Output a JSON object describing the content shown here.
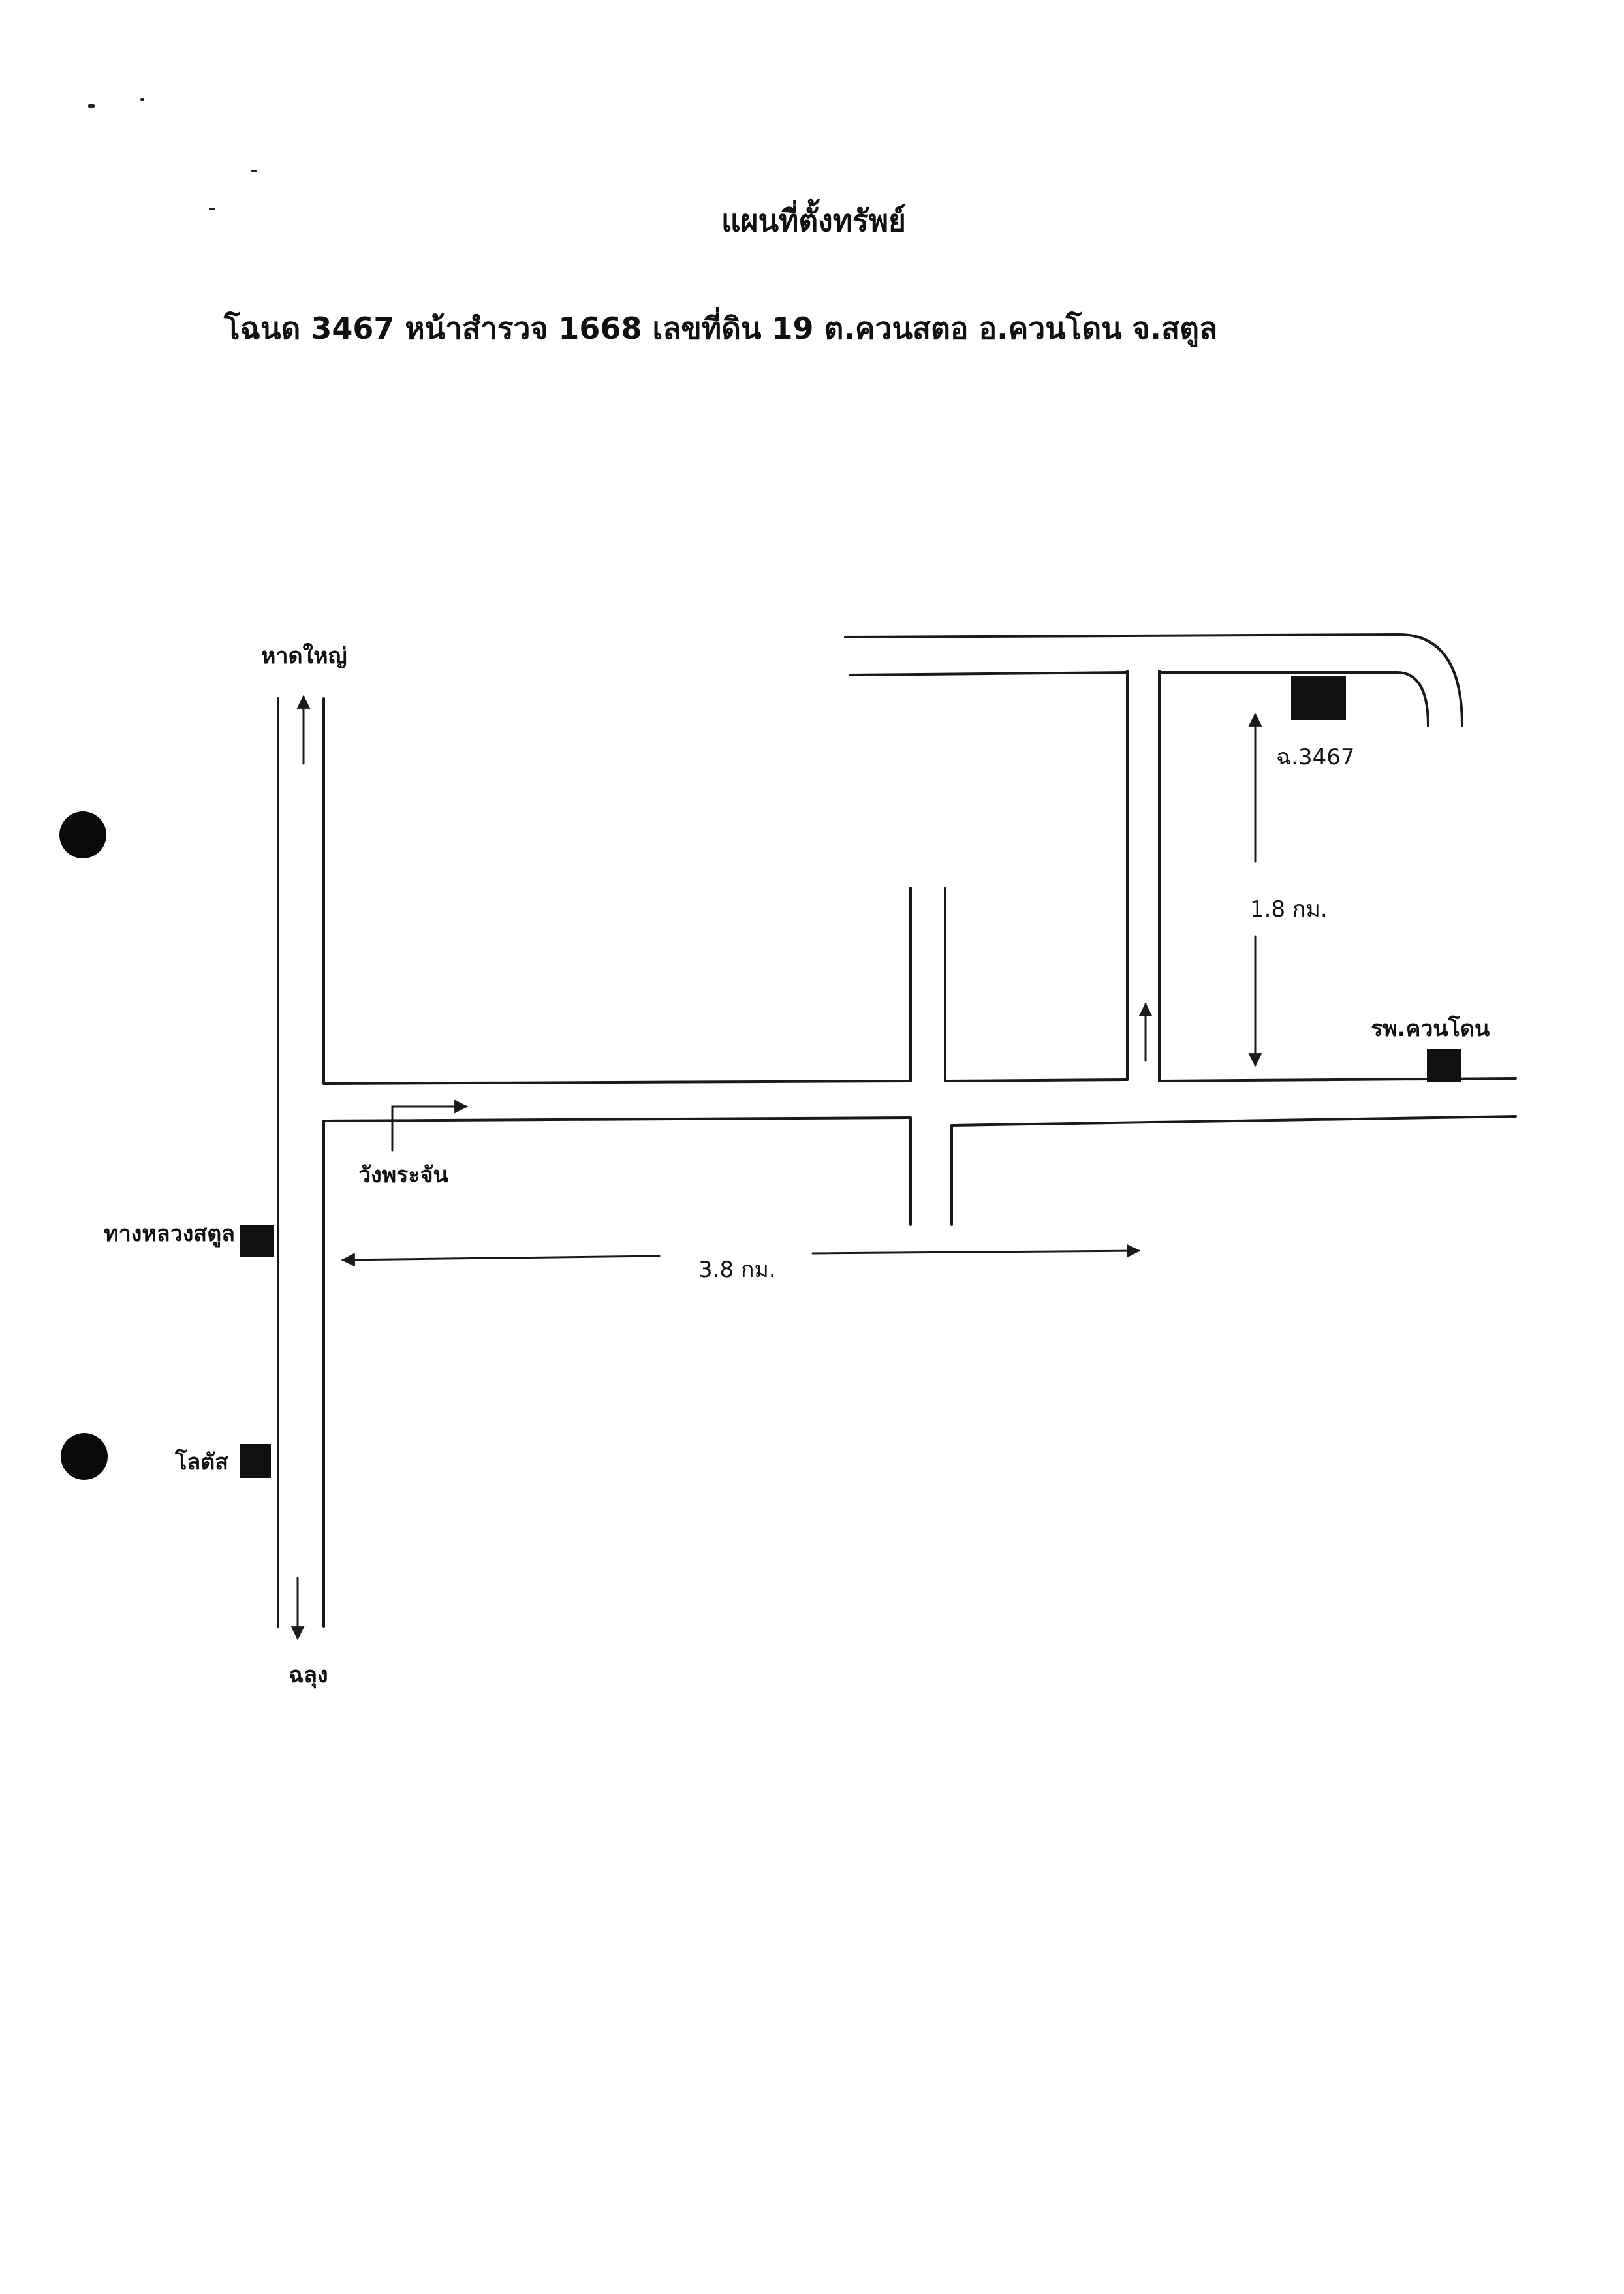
{
  "document": {
    "title": "แผนที่ตั้งทรัพย์",
    "subtitle": "โฉนด 3467 หน้าสำรวจ 1668  เลขที่ดิน 19  ต.ควนสตอ อ.ควนโดน  จ.สตูล"
  },
  "map": {
    "labels": {
      "north_destination": "หาดใหญ่",
      "south_destination": "ฉลุง",
      "highway": "ทางหลวงสตูล",
      "lotus": "โลตัส",
      "junction": "วังพระจัน",
      "distance_horizontal": "3.8 กม.",
      "distance_vertical": "1.8 กม.",
      "parcel": "ฉ.3467",
      "hospital": "รพ.ควนโดน"
    },
    "colors": {
      "line": "#1a1a1a",
      "marker": "#111111",
      "background": "#ffffff"
    }
  }
}
